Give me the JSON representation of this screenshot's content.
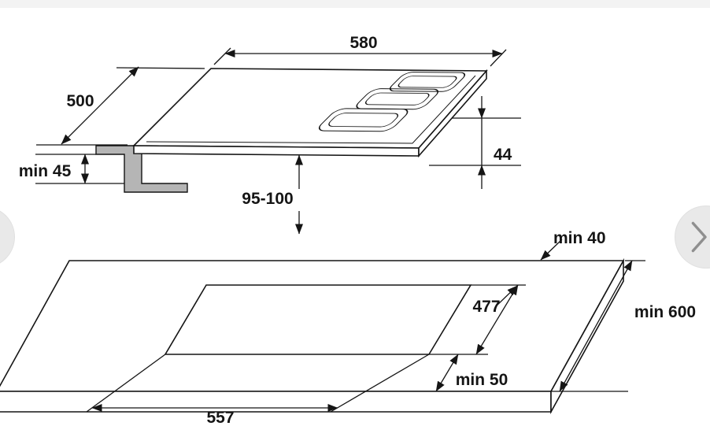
{
  "carousel": {
    "prev_icon": "chevron-left",
    "next_icon": "chevron-right"
  },
  "diagram": {
    "hob_view": {
      "width": "580",
      "depth": "500",
      "height": "44",
      "min_clearance_below": "min 45",
      "installation_depth": "95-100"
    },
    "cutout_view": {
      "min_rear_distance": "min 40",
      "cutout_depth": "477",
      "min_worktop_depth": "min 600",
      "min_front_distance": "min 50",
      "cutout_width": "557"
    },
    "colors": {
      "line": "#151515",
      "section_fill": "#b5b5b5",
      "carousel_button_bg": "#e9e9e9",
      "carousel_chevron": "#8f8f8f"
    }
  }
}
